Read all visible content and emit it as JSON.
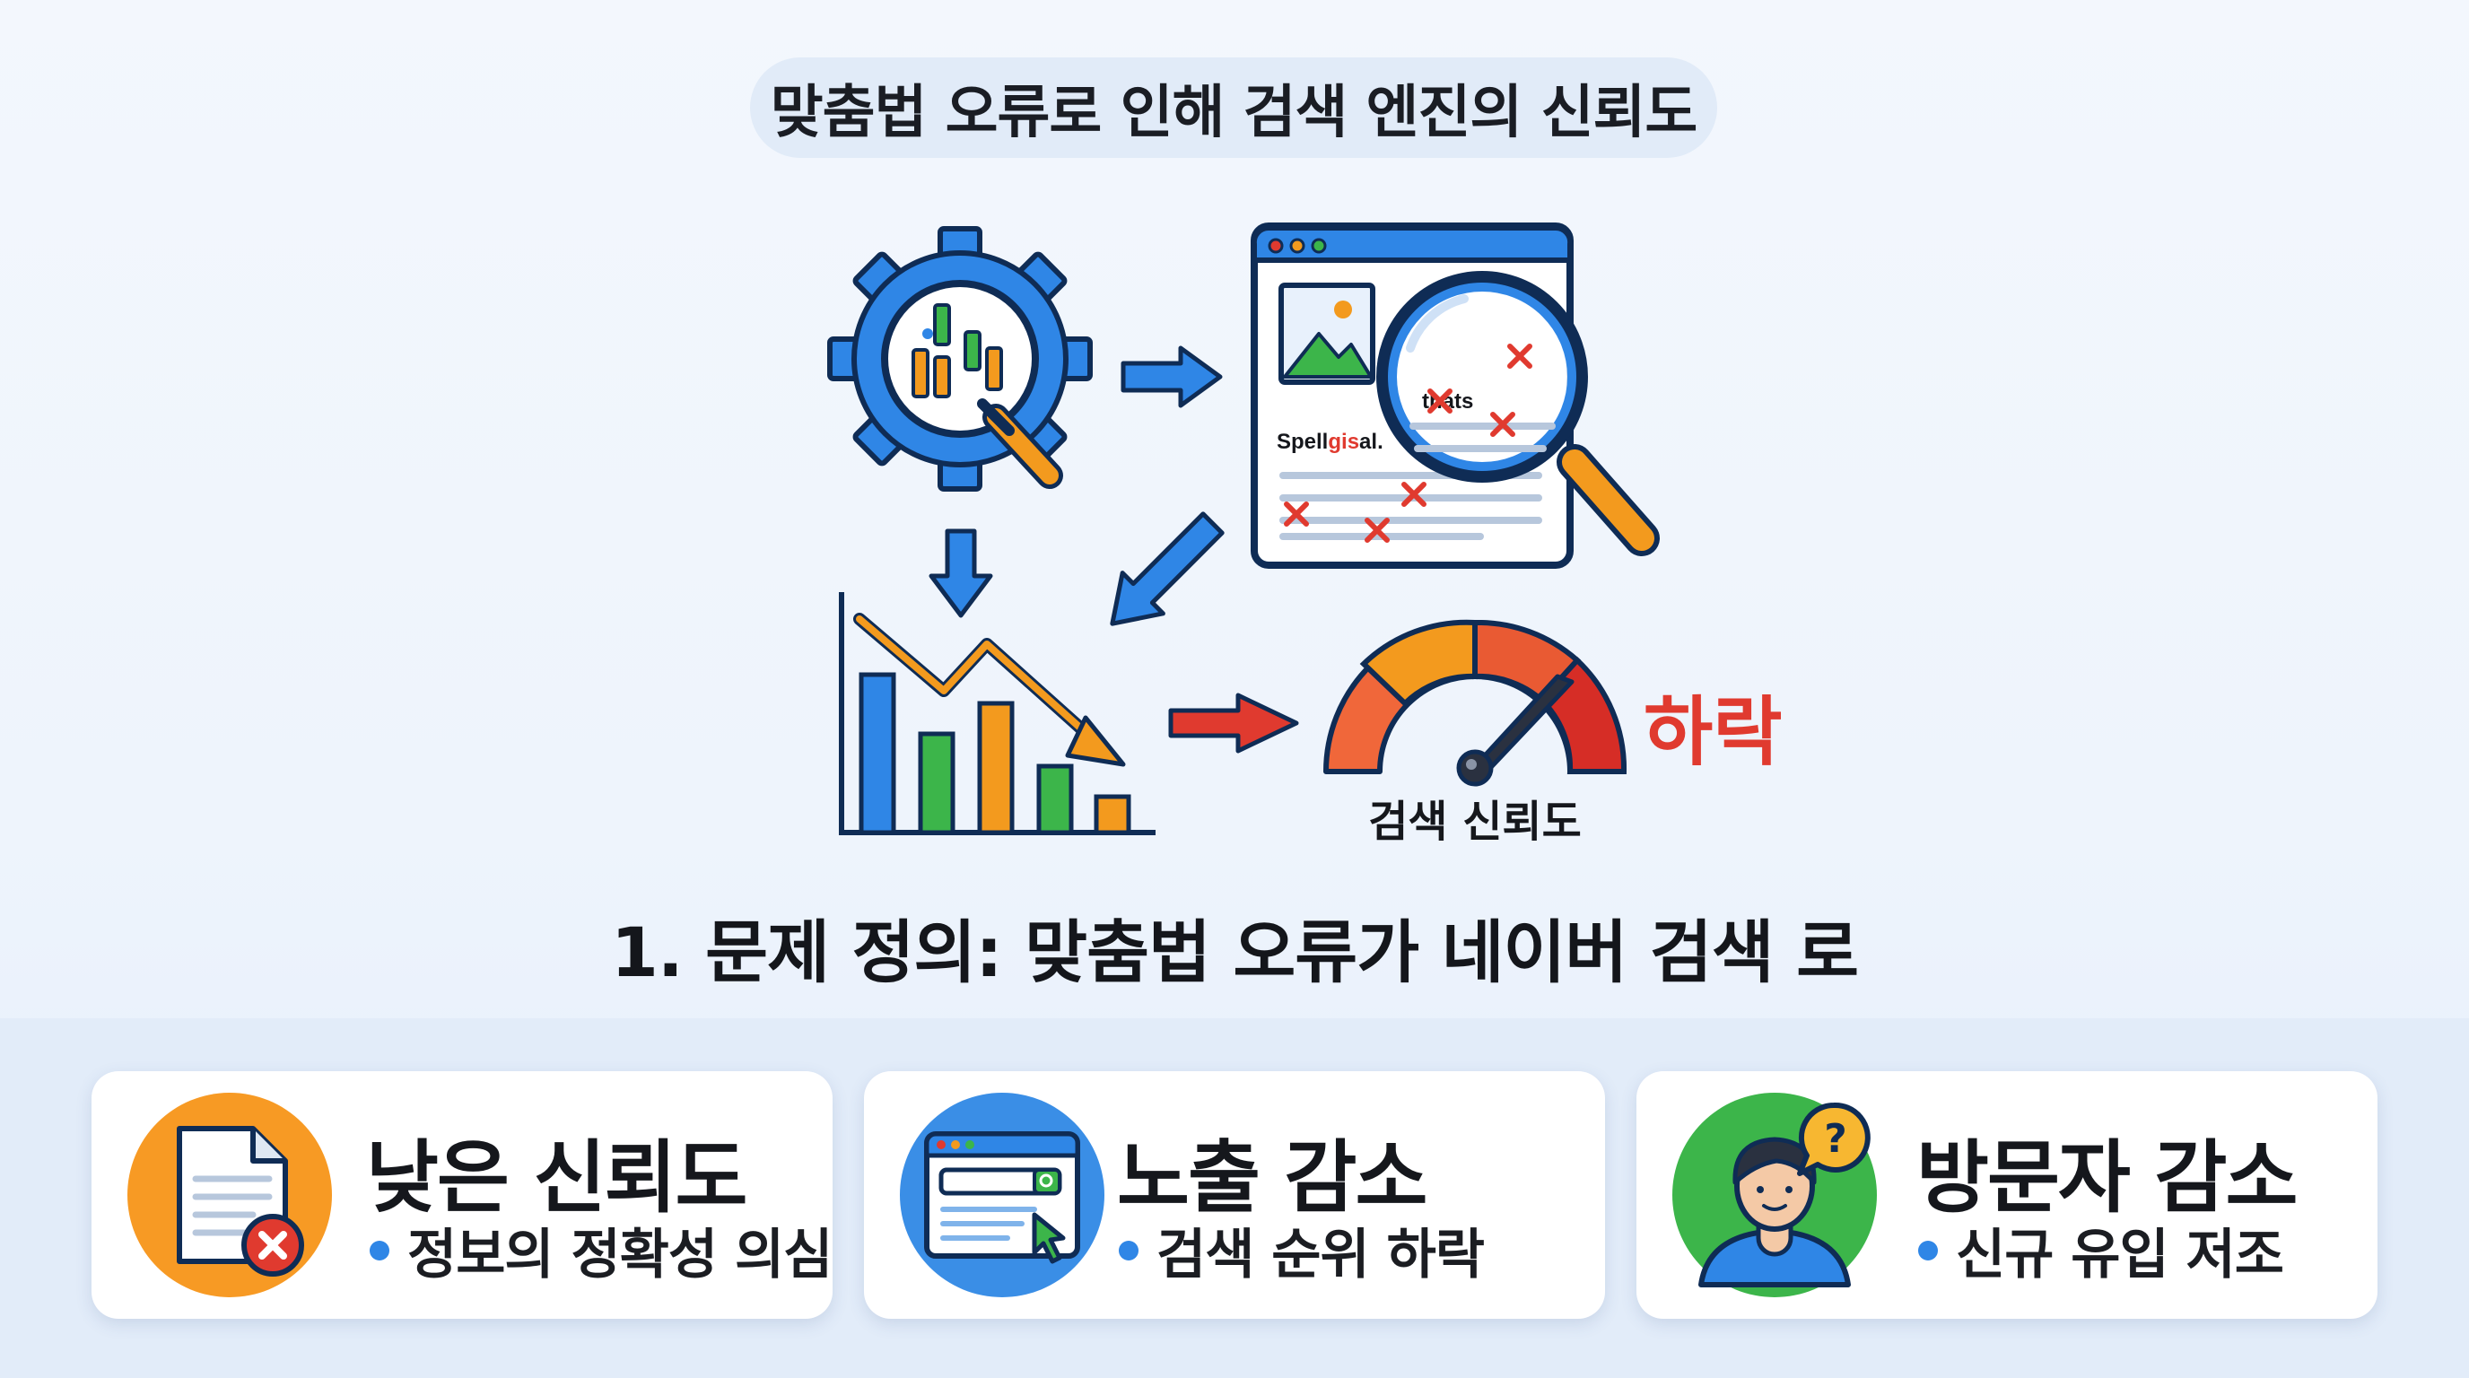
{
  "header": {
    "title": "맞춤법 오류로 인해 검색 엔진의 신뢰도"
  },
  "illustration": {
    "page_text_top": "thats",
    "page_text_main_prefix": "Spell",
    "page_text_main_red": "gis",
    "page_text_main_suffix": "al.",
    "gauge_label": "검색 신뢰도",
    "decline_label": "하락"
  },
  "headline": "1. 문제 정의: 맞춤법 오류가 네이버 검색 로",
  "cards": [
    {
      "title": "낮은 신뢰도",
      "subtitle": "정보의 정확성 의심",
      "icon": "document-error-icon"
    },
    {
      "title": "노출 감소",
      "subtitle": "검색 순위 하락",
      "icon": "browser-search-icon"
    },
    {
      "title": "방문자 감소",
      "subtitle": "신규 유입 저조",
      "icon": "user-question-icon"
    }
  ],
  "colors": {
    "blue": "#2f86e6",
    "orange": "#f39a1e",
    "green": "#3cb54a",
    "red": "#e03a2f",
    "ink": "#15171c"
  }
}
